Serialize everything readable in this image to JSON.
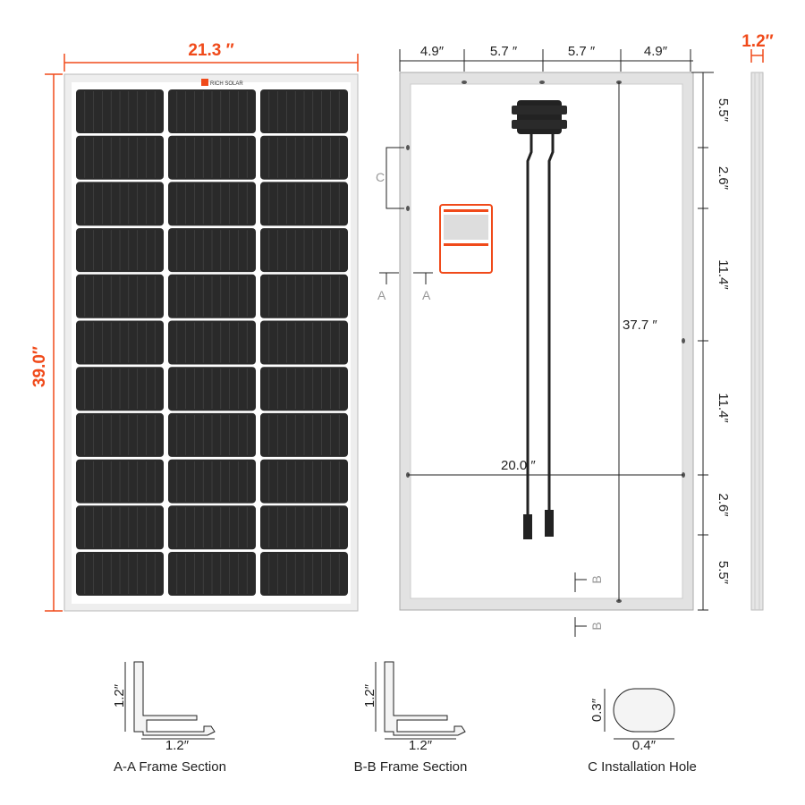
{
  "front": {
    "width_label": "21.3 ″",
    "height_label": "39.0″",
    "logo_text": "RICH SOLAR",
    "cell_rows": 11,
    "cell_columns": 3
  },
  "back": {
    "top_dims": [
      "4.9″",
      "5.7 ″",
      "5.7 ″",
      "4.9″"
    ],
    "right_dims": [
      "5.5″",
      "2.6″",
      "11.4″",
      "11.4″",
      "2.6″",
      "5.5″"
    ],
    "hole_span_label": "37.7 ″",
    "width_span_label": "20.0 ″",
    "marker_a": "A",
    "marker_b": "B",
    "marker_c": "C"
  },
  "side": {
    "thickness_label": "1.2″"
  },
  "sections": [
    {
      "height_label": "1.2″",
      "width_label": "1.2″",
      "caption": "A-A Frame Section"
    },
    {
      "height_label": "1.2″",
      "width_label": "1.2″",
      "caption": "B-B Frame Section"
    },
    {
      "height_label": "0.3″",
      "width_label": "0.4″",
      "caption": "C Installation Hole"
    }
  ],
  "colors": {
    "accent": "#f04a1a",
    "cell": "#2a2a2a",
    "frame": "#d8d8d8"
  }
}
